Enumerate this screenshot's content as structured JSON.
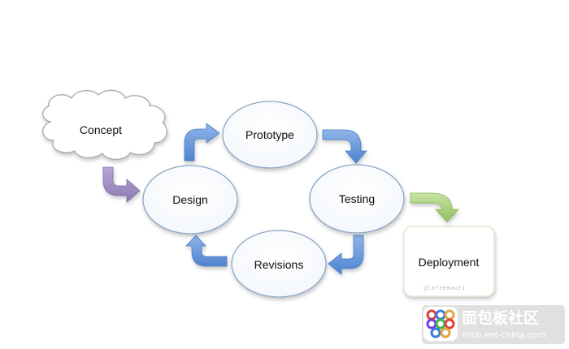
{
  "diagram": {
    "nodes": {
      "concept": "Concept",
      "design": "Design",
      "prototype": "Prototype",
      "testing": "Testing",
      "revisions": "Revisions",
      "deployment": "Deployment"
    },
    "signature": "glafremauri"
  },
  "watermark": {
    "site_cn": "面包板社区",
    "site_url": "mbb.eet-china.com"
  },
  "colors": {
    "cycle_arrow": "#5b8fd6",
    "concept_arrow": "#9b89bd",
    "deploy_arrow": "#a7cf74",
    "ellipse_stroke": "#8ca6c8",
    "cloud_stroke": "#a9a9a9",
    "deploy_border": "#e3e3cc"
  }
}
